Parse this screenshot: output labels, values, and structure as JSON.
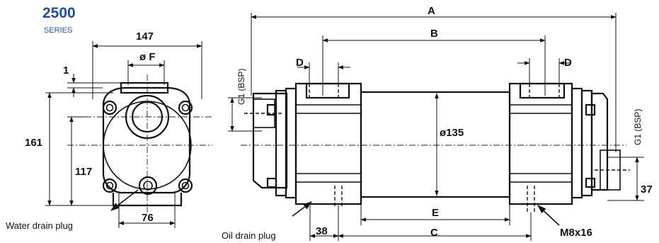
{
  "series": {
    "number": "2500",
    "label": "SERIES",
    "color": "#1f4e9c"
  },
  "front_view": {
    "width_top": "147",
    "diameter_f": "ø F",
    "flange_thickness": "1",
    "height_total": "161",
    "height_center": "117",
    "foot_spacing": "76"
  },
  "side_view": {
    "overall_length": "A",
    "port_spacing": "B",
    "port_d_left": "D",
    "port_d_right": "D",
    "thread_left": "G1 (BSP)",
    "thread_right": "G1 (BSP)",
    "shell_diameter": "ø135",
    "mount_spacing": "E",
    "base_length": "C",
    "end_offset": "38",
    "right_height": "37",
    "bolt_size": "M8x16"
  },
  "callouts": {
    "water_drain": "Water drain plug",
    "oil_drain": "Oil drain plug"
  }
}
